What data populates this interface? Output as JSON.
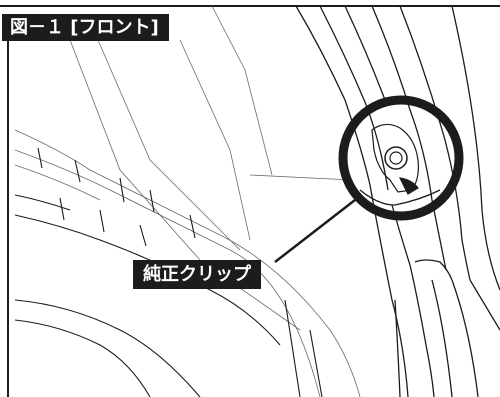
{
  "figure": {
    "label": "図－１ [フロント]",
    "callout": "純正クリップ"
  },
  "colors": {
    "line": "#1c1c1c",
    "label_background": "#1c1c1c",
    "label_text": "#ffffff",
    "background": "#ffffff"
  },
  "icons": {
    "clip": "clip-icon",
    "highlight": "highlight-circle"
  }
}
